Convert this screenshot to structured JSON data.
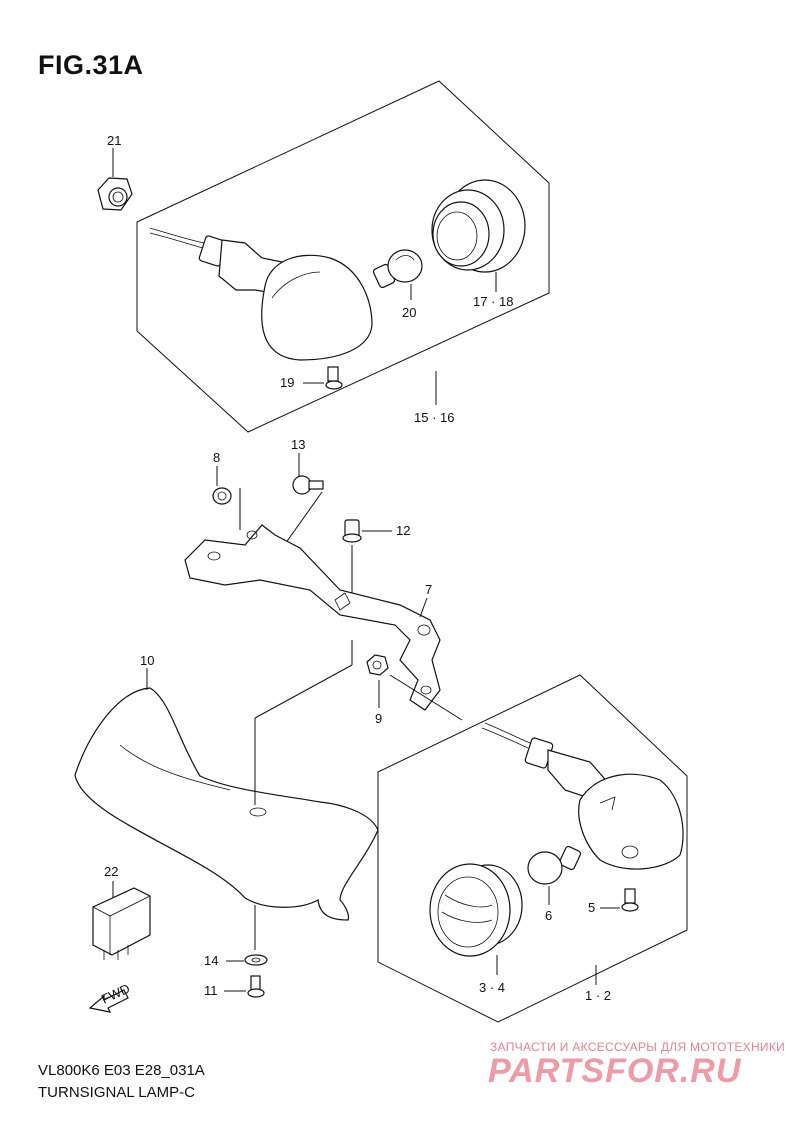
{
  "figure": {
    "title": "FIG.31A",
    "model_code": "VL800K6 E03 E28_031A",
    "section_name": "TURNSIGNAL LAMP-C"
  },
  "callouts": {
    "p21": "21",
    "p17_18": "17 · 18",
    "p20": "20",
    "p19": "19",
    "p15_16": "15 · 16",
    "p13": "13",
    "p8": "8",
    "p12": "12",
    "p7": "7",
    "p10": "10",
    "p9": "9",
    "p22": "22",
    "p6": "6",
    "p5": "5",
    "p14": "14",
    "p11": "11",
    "p3_4": "3 · 4",
    "p1_2": "1 · 2"
  },
  "fwd_label": "FWD",
  "watermark": {
    "tagline": "ЗАПЧАСТИ И АКСЕССУАРЫ ДЛЯ МОТОТЕХНИКИ",
    "brand": "PARTSFOR.RU"
  }
}
